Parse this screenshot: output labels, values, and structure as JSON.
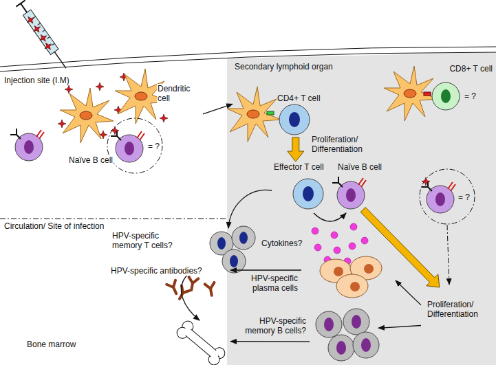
{
  "diagram": {
    "nodes": [
      {
        "text": [
          "Dendritic cell"
        ]
      },
      {
        "text": [
          "Naïve B cell"
        ]
      },
      {
        "text": [
          "CD4+ T cell"
        ]
      },
      {
        "text": [
          "CD8+ T cell"
        ]
      },
      {
        "text": [
          "Effector T cell"
        ]
      },
      {
        "text": [
          "Naïve B cell"
        ]
      },
      {
        "text": [
          "Cytokines?"
        ]
      },
      {
        "text": [
          "HPV-specific memory T cells?"
        ]
      },
      {
        "text": [
          "HPV-specific antibodies?"
        ]
      },
      {
        "text": [
          "Bone marrow"
        ]
      },
      {
        "text": [
          "HPV-specific plasma cells"
        ]
      },
      {
        "text": [
          "HPV-specific memory B cells?"
        ]
      },
      {
        "text": [
          "Proliferation/ Differentiation"
        ]
      }
    ],
    "edges": [
      {
        "from": 0,
        "to": 2,
        "arrow": "to"
      },
      {
        "from": 2,
        "to": 4,
        "arrow": "to",
        "label": "Proliferation/ Differentiation"
      },
      {
        "from": 4,
        "to": 7,
        "arrow": "to"
      },
      {
        "from": 7,
        "to": 9,
        "arrow": "to"
      },
      {
        "from": 5,
        "to": 12,
        "arrow": "to"
      },
      {
        "from": 10,
        "to": 8,
        "arrow": "to"
      },
      {
        "from": 12,
        "to": 10,
        "arrow": "to"
      },
      {
        "from": 12,
        "to": 11,
        "arrow": "to"
      },
      {
        "from": 11,
        "to": 9,
        "arrow": "to"
      }
    ],
    "labels": [
      "Injection site (I.M)",
      "Secondary lymphoid organ",
      "Circulation/ Site of infection",
      "= ?",
      "= ?",
      "= ?"
    ]
  }
}
